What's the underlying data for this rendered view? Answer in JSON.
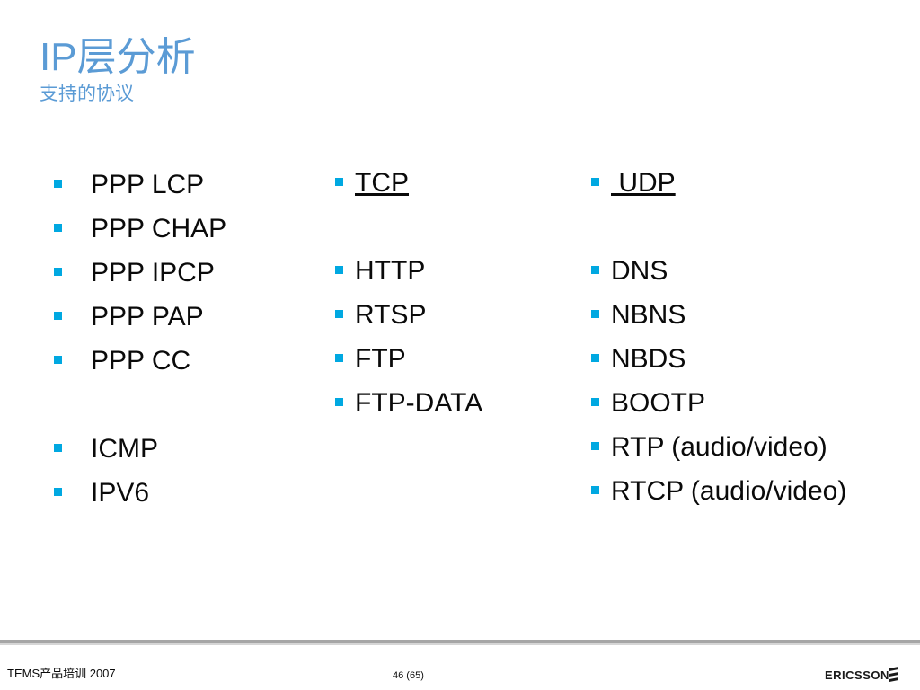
{
  "title": "IP层分析",
  "subtitle": "支持的协议",
  "columns": {
    "left": [
      "PPP LCP",
      "PPP CHAP",
      "PPP IPCP",
      "PPP PAP",
      "PPP CC",
      "ICMP",
      "IPV6"
    ],
    "middle": [
      "TCP",
      "HTTP",
      "RTSP",
      "FTP",
      "FTP-DATA"
    ],
    "right": [
      " UDP",
      "DNS",
      "NBNS",
      "NBDS",
      "BOOTP",
      "RTP (audio/video)",
      "RTCP (audio/video)"
    ]
  },
  "footer": {
    "course": "TEMS产品培训  2007",
    "page": "46 (65)",
    "brand": "ERICSSON"
  },
  "colors": {
    "title": "#5b9bd5",
    "bullet": "#00a8e1",
    "footer_rule": "#a6a6a6"
  }
}
